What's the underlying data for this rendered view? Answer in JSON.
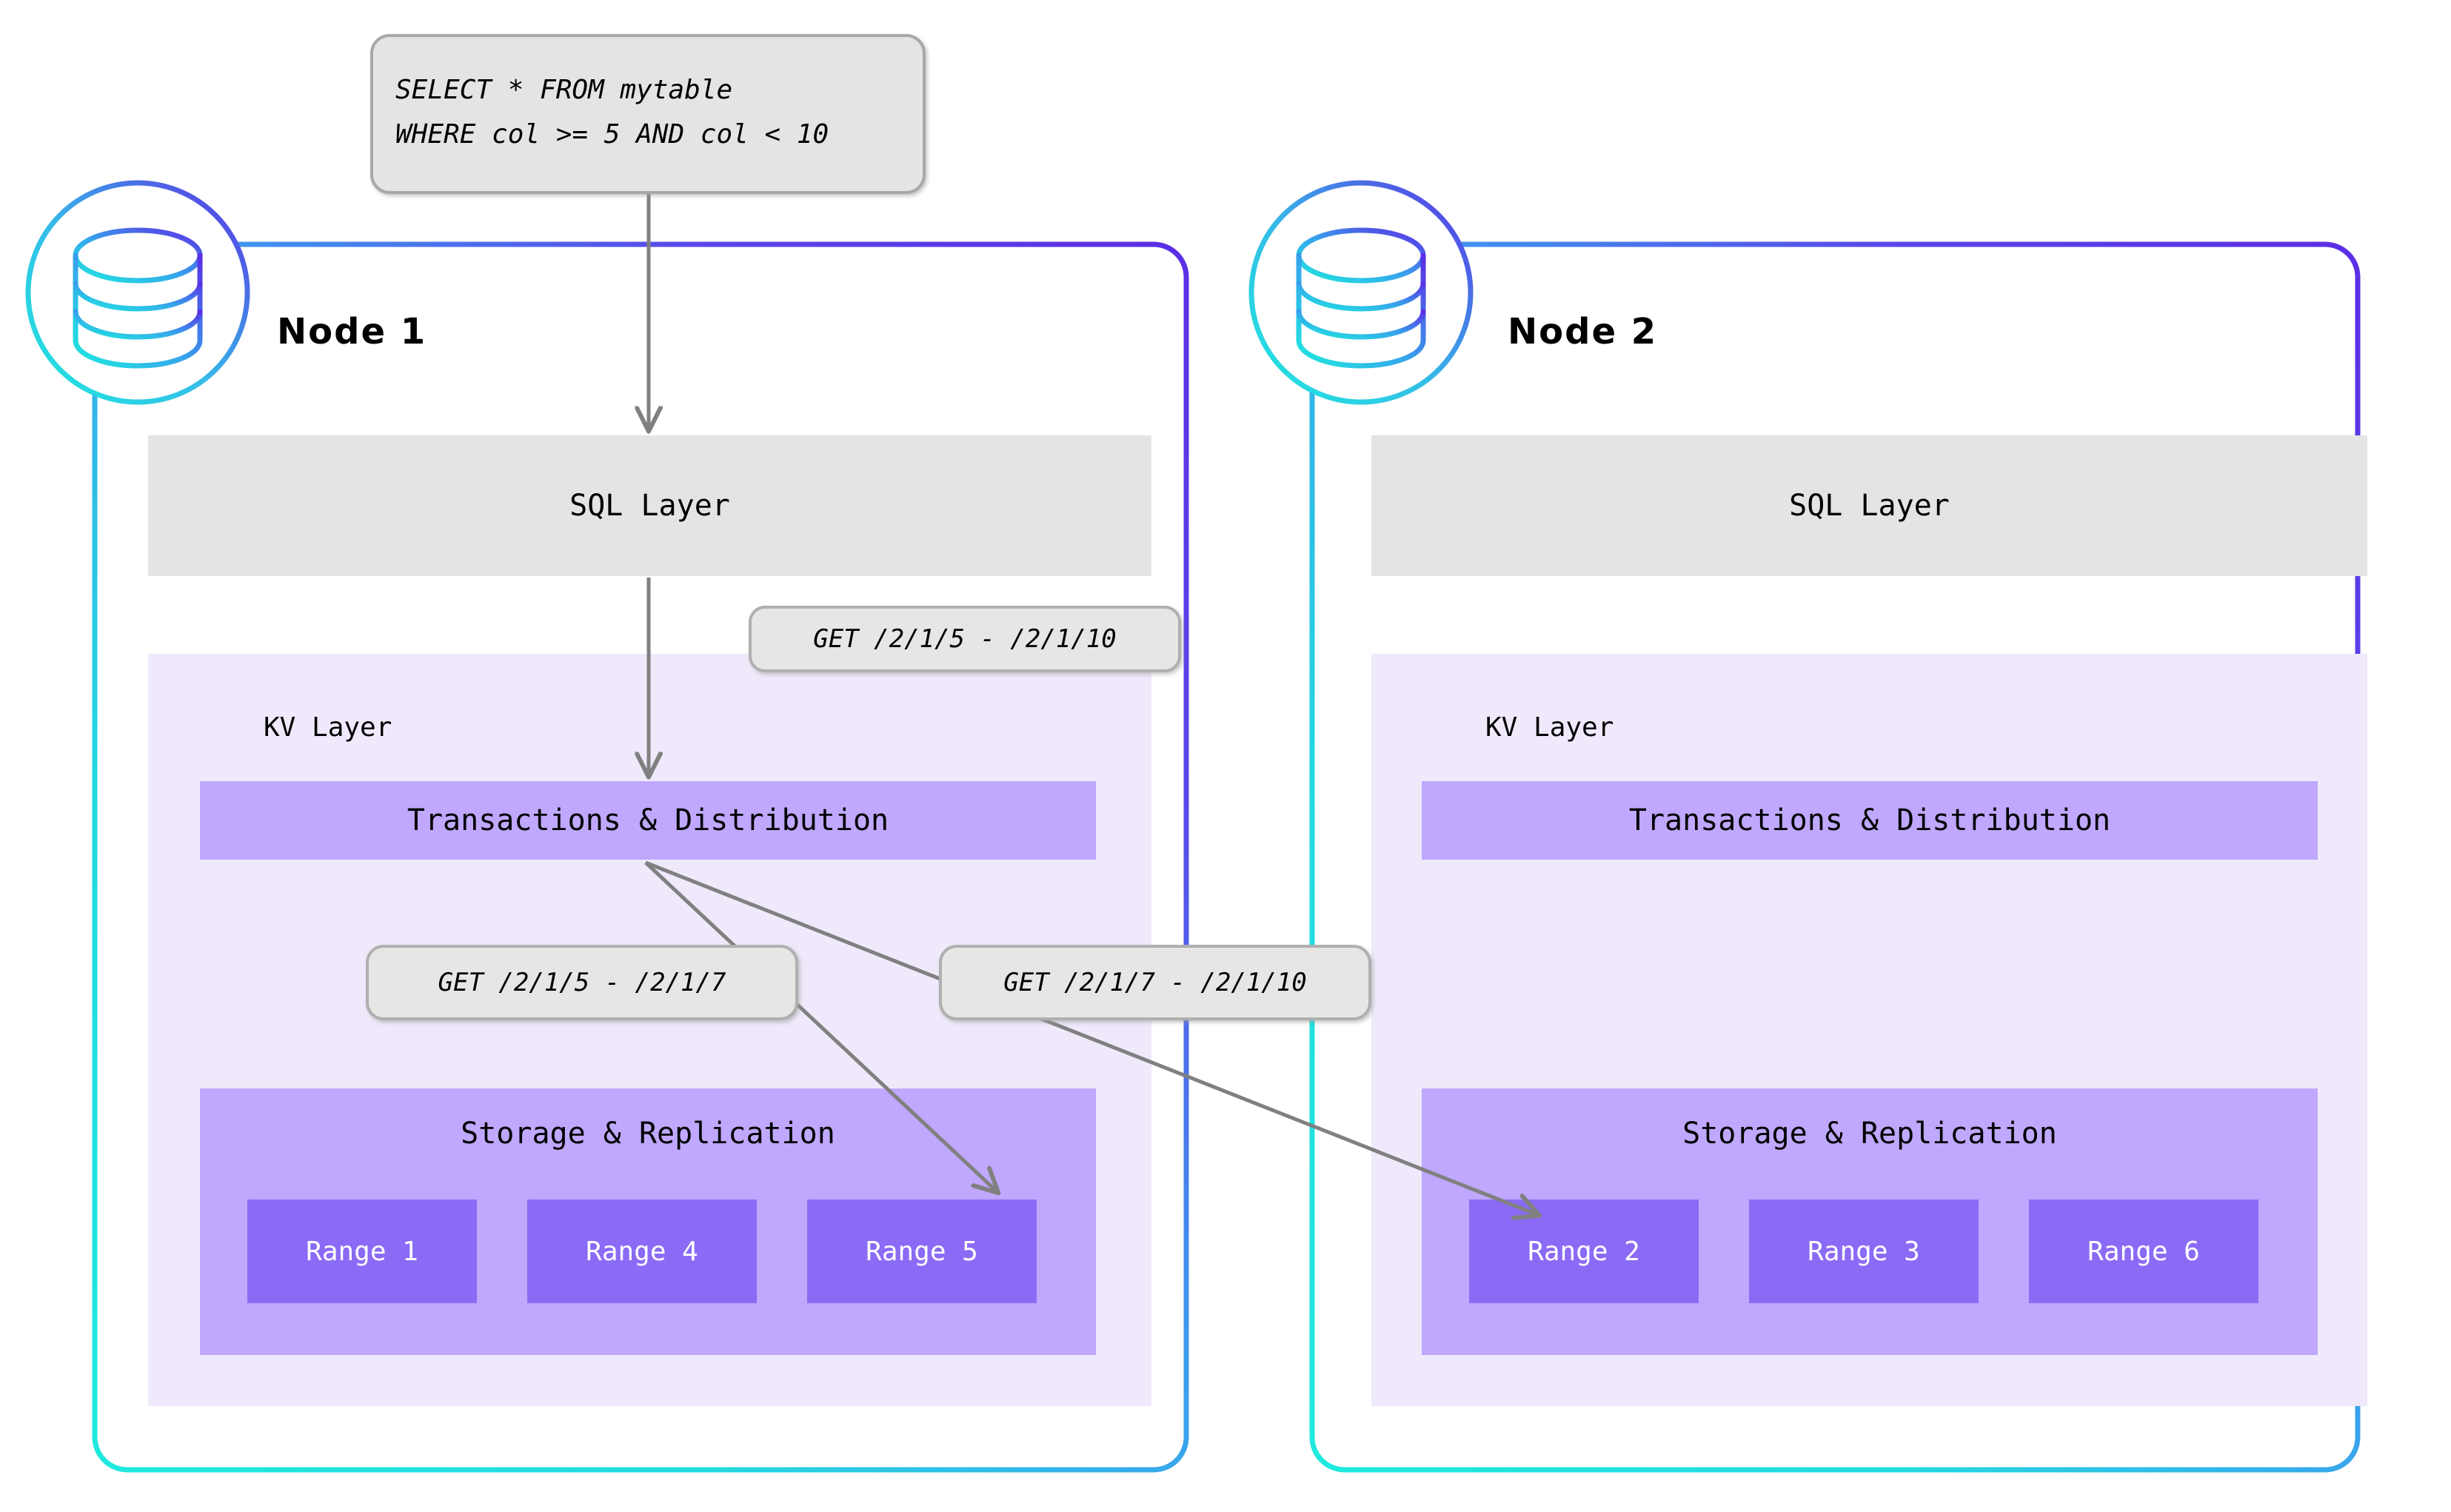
{
  "diagram": {
    "title": "Distributed SQL query routing across two nodes",
    "query_box": {
      "icon": "sql-query-icon",
      "line1": "SELECT * FROM mytable",
      "line2": "WHERE col >= 5 AND col < 10"
    },
    "callouts": [
      {
        "id": "kv-request",
        "label": "GET /2/1/5 - /2/1/10"
      },
      {
        "id": "range5-request",
        "label": "GET /2/1/5 - /2/1/7"
      },
      {
        "id": "range2-request",
        "label": "GET /2/1/7 - /2/1/10"
      }
    ],
    "nodes": [
      {
        "id": "node-1",
        "title": "Node 1",
        "icon": "database-cylinder-icon",
        "sql_layer_label": "SQL Layer",
        "kv_layer_label": "KV Layer",
        "transactions_label": "Transactions & Distribution",
        "storage_label": "Storage & Replication",
        "ranges": [
          {
            "label": "Range 1"
          },
          {
            "label": "Range 4"
          },
          {
            "label": "Range 5"
          }
        ]
      },
      {
        "id": "node-2",
        "title": "Node 2",
        "icon": "database-cylinder-icon",
        "sql_layer_label": "SQL Layer",
        "kv_layer_label": "KV Layer",
        "transactions_label": "Transactions & Distribution",
        "storage_label": "Storage & Replication",
        "ranges": [
          {
            "label": "Range 2"
          },
          {
            "label": "Range 3"
          },
          {
            "label": "Range 6"
          }
        ]
      }
    ],
    "colors": {
      "node_border_start": "#22E6DC",
      "node_border_end": "#5B2EE5",
      "sql_layer_fill": "#E4E4E4",
      "kv_layer_fill": "#EFE9FB",
      "band_fill": "#BFA8FD",
      "range_fill": "#8B6BF5",
      "callout_fill": "#E6E6E4",
      "callout_border": "#B0B0B0",
      "arrow_stroke": "#808080",
      "text": "#000000"
    }
  }
}
